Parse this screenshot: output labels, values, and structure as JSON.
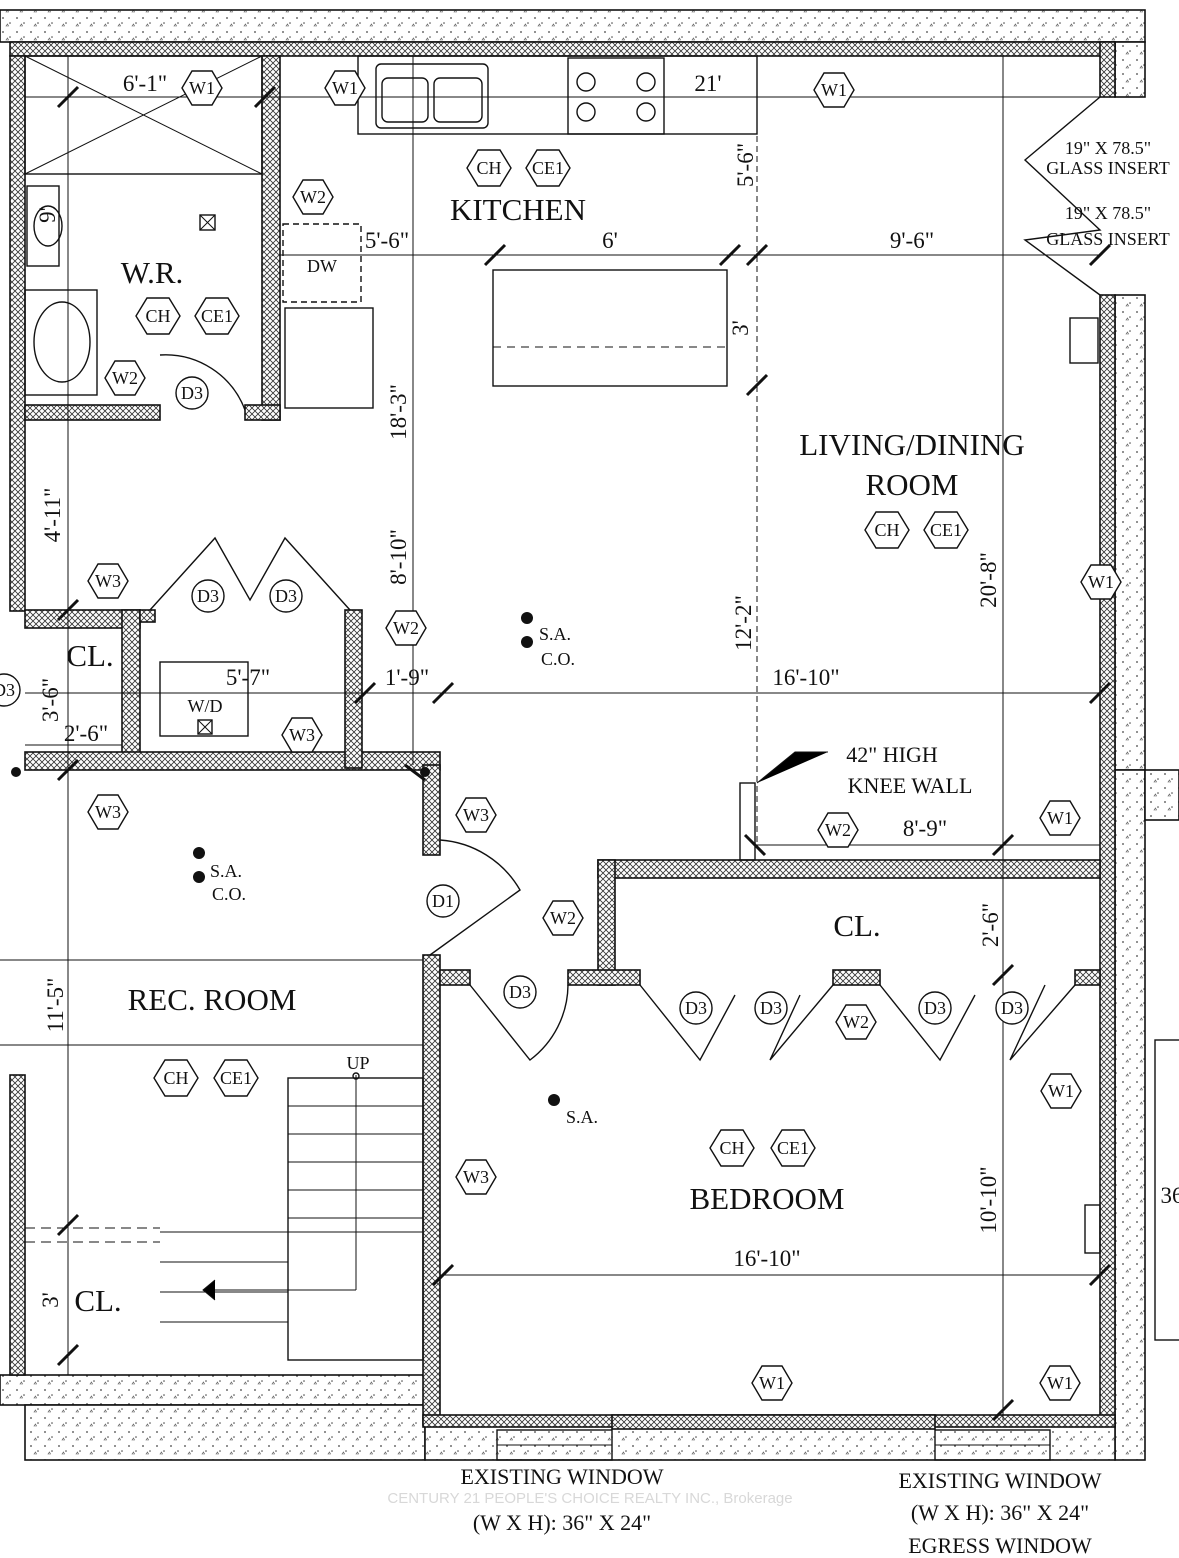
{
  "rooms": {
    "kitchen": "KITCHEN",
    "washroom": "W.R.",
    "living_line1": "LIVING/DINING",
    "living_line2": "ROOM",
    "closet": "CL.",
    "rec_room": "REC. ROOM",
    "bedroom": "BEDROOM"
  },
  "dimensions": {
    "wr_width": "6'-1\"",
    "kitchen_length": "21'",
    "kitchen_depth": "5'-6\"",
    "counter_gap": "5'-6\"",
    "island_length": "6'",
    "living_width_top": "9'-6\"",
    "wr_depth": "9'",
    "island_depth": "3'",
    "total_depth": "18'-3\"",
    "hall_depth": "4'-11\"",
    "laundry_depth": "8'-10\"",
    "living_depth": "12'-2\"",
    "living_total": "20'-8\"",
    "closet_depth": "3'-6\"",
    "laundry_width": "5'-7\"",
    "hall_gap": "1'-9\"",
    "living_width": "16'-10\"",
    "closet_width": "2'-6\"",
    "knee_wall_len": "8'-9\"",
    "bed_closet_depth": "2'-6\"",
    "rec_depth": "11'-5\"",
    "bedroom_depth": "10'-10\"",
    "bedroom_width": "16'-10\"",
    "stair_closet_depth": "3'"
  },
  "notes": {
    "glass_insert_size": "19\" X 78.5\"",
    "glass_insert": "GLASS INSERT",
    "knee_wall_1": "42\" HIGH",
    "knee_wall_2": "KNEE WALL",
    "smoke_alarm": "S.A.",
    "co_alarm": "C.O.",
    "up": "UP",
    "dishwasher": "DW",
    "washer_dryer": "W/D",
    "existing_window": "EXISTING WINDOW",
    "window_size": "(W X H): 36\" X 24\"",
    "egress_window": "EGRESS WINDOW",
    "edge_partial": "36",
    "watermark": "CENTURY 21 PEOPLE'S CHOICE REALTY INC., Brokerage"
  },
  "tags": {
    "W1": "W1",
    "W2": "W2",
    "W3": "W3",
    "D1": "D1",
    "D3": "D3",
    "CH": "CH",
    "CE1": "CE1"
  }
}
